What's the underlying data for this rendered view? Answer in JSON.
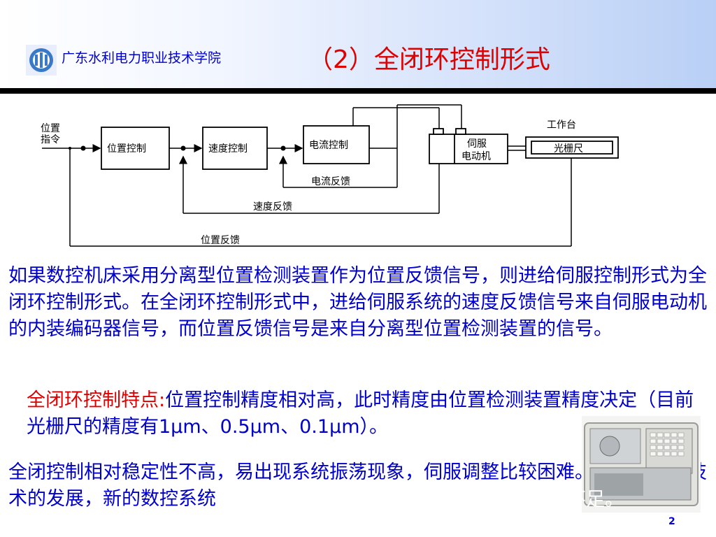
{
  "header": {
    "school_name": "广东水利电力职业技术学院",
    "title": "（2）全闭环控制形式"
  },
  "diagram": {
    "input_label_line1": "位置",
    "input_label_line2": "指令",
    "blocks": {
      "position_control": "位置控制",
      "speed_control": "速度控制",
      "current_control": "电流控制",
      "motor_line1": "伺服",
      "motor_line2": "电动机",
      "grating": "光栅尺",
      "worktable": "工作台"
    },
    "feedback": {
      "current": "电流反馈",
      "speed": "速度反馈",
      "position": "位置反馈"
    }
  },
  "text": {
    "paragraph1": "如果数控机床采用分离型位置检测装置作为位置反馈信号，则进给伺服控制形式为全闭环控制形式。在全闭环控制形式中，进给伺服系统的速度反馈信号来自伺服电动机的内装编码器信号，而位置反馈信号是来自分离型位置检测装置的信号。",
    "feature_label": "全闭环控制特点:",
    "feature_text": "位置控制精度相对高，此时精度由位置检测装置精度决定（目前光栅尺的精度有1μm、0.5μm、0.1μm）。",
    "paragraph3": "全闭控制相对稳定性不高，易出现系统振荡现象，伺服调整比较困难。但伺服软件技术的发展，新的数控系统",
    "overlay_text": "上面的不足。"
  },
  "page_number": "2",
  "colors": {
    "body_text": "#0000cc",
    "title": "#e00000",
    "header_bar": "#000000"
  }
}
